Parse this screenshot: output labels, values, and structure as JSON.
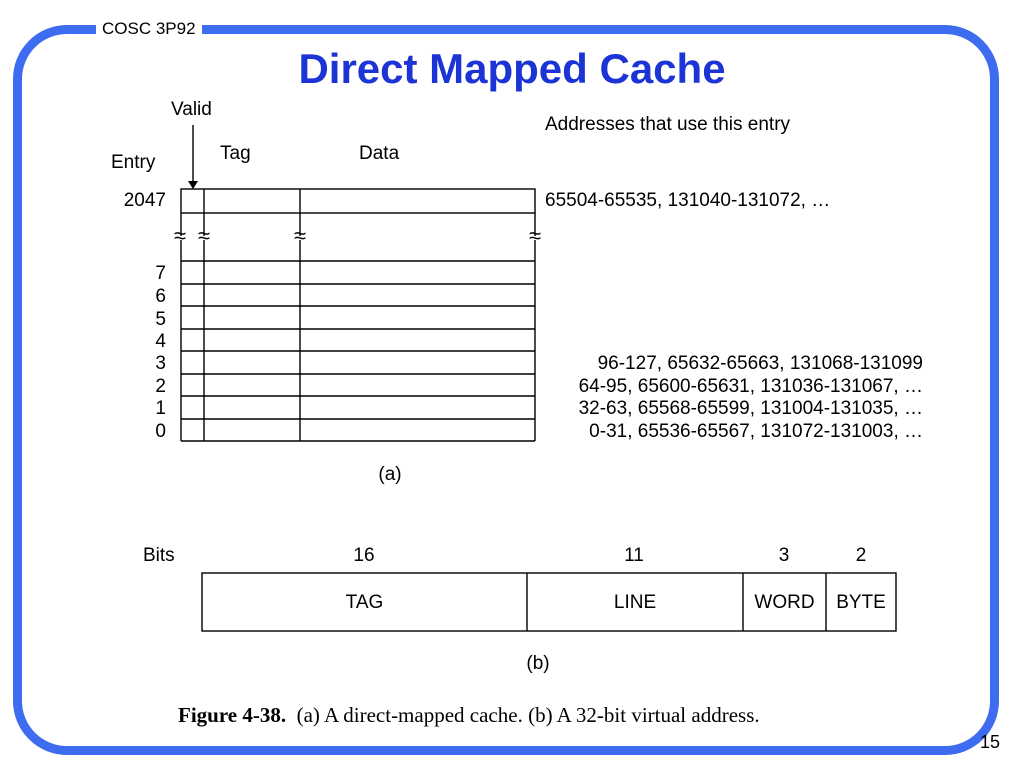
{
  "header": {
    "course": "COSC 3P92",
    "title": "Direct Mapped Cache",
    "page_number": "15"
  },
  "cache_diagram": {
    "label_valid": "Valid",
    "label_tag": "Tag",
    "label_data": "Data",
    "label_entry": "Entry",
    "label_addresses": "Addresses that use this entry",
    "rows": [
      {
        "entry": "2047",
        "addresses": "65504-65535, 131040-131072, …"
      },
      {
        "entry": "7",
        "addresses": ""
      },
      {
        "entry": "6",
        "addresses": ""
      },
      {
        "entry": "5",
        "addresses": ""
      },
      {
        "entry": "4",
        "addresses": ""
      },
      {
        "entry": "3",
        "addresses": "96-127, 65632-65663, 131068-131099"
      },
      {
        "entry": "2",
        "addresses": "64-95, 65600-65631, 131036-131067, …"
      },
      {
        "entry": "1",
        "addresses": "32-63, 65568-65599, 131004-131035, …"
      },
      {
        "entry": "0",
        "addresses": "0-31, 65536-65567, 131072-131003, …"
      }
    ],
    "break_symbol": "≈",
    "caption": "(a)"
  },
  "address_diagram": {
    "label_bits": "Bits",
    "fields": [
      {
        "name": "TAG",
        "bits": "16"
      },
      {
        "name": "LINE",
        "bits": "11"
      },
      {
        "name": "WORD",
        "bits": "3"
      },
      {
        "name": "BYTE",
        "bits": "2"
      }
    ],
    "caption": "(b)"
  },
  "figure_caption": {
    "label": "Figure 4-38.",
    "text": "(a) A direct-mapped cache. (b) A 32-bit virtual address."
  }
}
